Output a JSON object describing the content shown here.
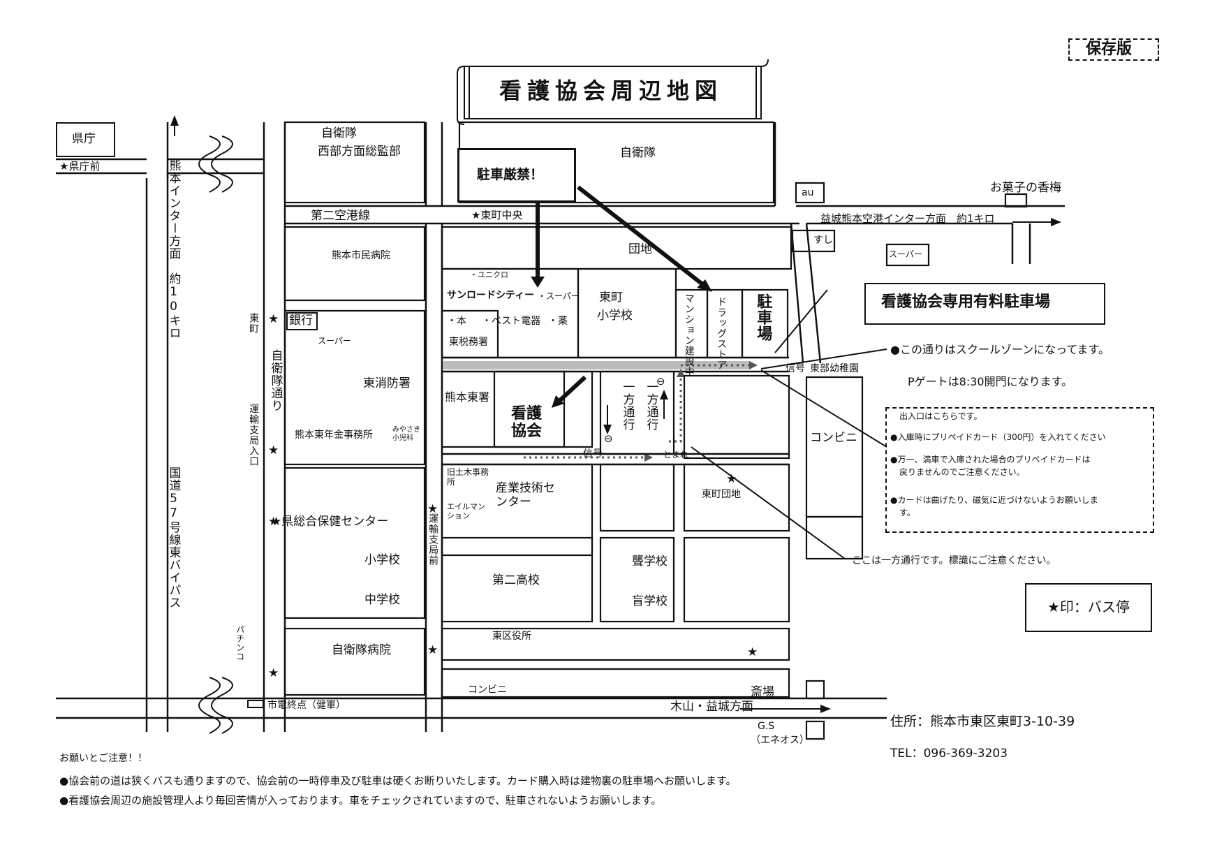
{
  "stamp": "保存版",
  "title": "看護協会周辺地図",
  "no_parking": "駐車厳禁！",
  "parking_lot_title": "看護協会専用有料駐車場",
  "school_zone_note": "●この通りはスクールゾーンになってます。",
  "gate_note": "Pゲートは8:30開門になります。",
  "entrance_box": {
    "heading": "出入口はこちらです。",
    "items": [
      "●入庫時にプリペイドカード（300円）を入れてください",
      "●万一、満車で入庫された場合のプリペイドカードは",
      "戻りませんのでご注意ください。",
      "●カードは曲げたり、磁気に近づけないようお願いしま",
      "す。"
    ]
  },
  "oneway_note": "ここは一方通行です。標識にご注意ください。",
  "legend": "★印：バス停",
  "address": "住所：熊本市東区東町3-10-39",
  "tel": "TEL：096-369-3203",
  "notes": {
    "heading": "お願いとご注意！！",
    "line1": "●協会前の道は狭くバスも通りますので、協会前の一時停車及び駐車は硬くお断りいたします。カード購入時は建物裏の駐車場へお願いします。",
    "line2": "●看護協会周辺の施設管理人より毎回苦情が入っております。車をチェックされていますので、駐車されないようお願いします。"
  },
  "labels": {
    "kencho": "県庁",
    "kencho_mae": "★県庁前",
    "jieitai_west": "自衛隊",
    "jieitai_west2": "西部方面総監部",
    "jieitai": "自衛隊",
    "dainikuko": "第二空港線",
    "higashimachi_chuo": "★東町中央",
    "au": "au",
    "okashi": "お菓子の香梅",
    "airport_dir": "益城熊本空港インター方面　約1キロ",
    "sushi": "すし",
    "super_r": "スーパー",
    "hospital_city": "熊本市民病院",
    "danchi": "団地",
    "uniqlo": "・ユニクロ",
    "sunroad": "サンロードシティー",
    "super_dot": "・スーパー",
    "book": "・本",
    "best": "・ベスト電器",
    "drug": "・薬",
    "zeimusho": "東税務署",
    "hm_school": "東町",
    "hm_school2": "小学校",
    "mansion": "マンション建設中",
    "drugstore": "ドラッグストア",
    "parking": "駐車場",
    "signal_n": "信号",
    "youchien": "東部幼稚園",
    "ginko": "銀行",
    "super_l": "スーパー",
    "shobosho": "東消防署",
    "keisatsu": "熊本東署",
    "kyokai": "看護協会",
    "nenkin": "熊本東年金事務所",
    "miyasaki": "みやさき小児科",
    "oneway1": "一方通行",
    "oneway2": "一方通行",
    "signal_s": "信号",
    "tomare": "とまれ",
    "konbini_r": "コンビニ",
    "kyudoboku": "旧土木事務所",
    "sangyo": "産業技術センター",
    "ailmansion": "エイルマンション",
    "hm_danchi": "東町団地",
    "hokencenter": "★県総合保健センター",
    "shogakko": "小学校",
    "chugakko": "中学校",
    "daini": "第二高校",
    "rou": "聾学校",
    "mou": "盲学校",
    "kuyakusho": "東区役所",
    "jieitai_hosp": "自衛隊病院",
    "konbini_b": "コンビニ",
    "saijo": "斎場",
    "shiden": "市電終点（健軍）",
    "kiyama": "木山・益城方面",
    "gs": "G.S",
    "eneos": "（エネオス）",
    "pachinko": "パチンコ",
    "kumamoto_ic": "熊本インター方面　約10キロ",
    "route57": "国道57号線東バイパス",
    "jieitai_dori": "自衛隊通り",
    "higashimachi_v": "東町",
    "unyu_v": "運輸支局入口",
    "unyu_mae": "運輸支局前"
  }
}
